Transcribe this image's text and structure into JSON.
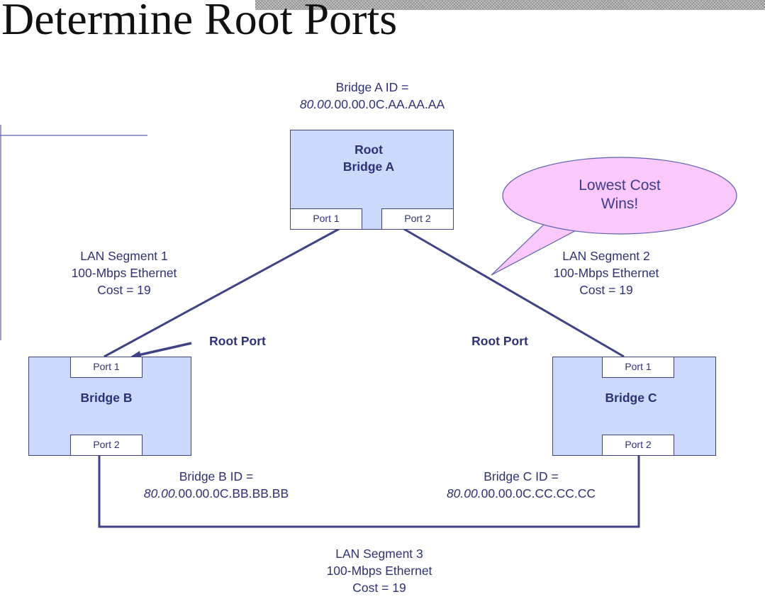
{
  "title": "Determine Root Ports",
  "bridges": {
    "a": {
      "name_line1": "Root",
      "name_line2": "Bridge A",
      "port1": "Port 1",
      "port2": "Port 2",
      "id_label": "Bridge A ID =",
      "id_prefix": "80.00.",
      "id_rest": "00.00.0C.AA.AA.AA"
    },
    "b": {
      "name": "Bridge B",
      "port1": "Port 1",
      "port2": "Port 2",
      "id_label": "Bridge B ID =",
      "id_prefix": "80.00.",
      "id_rest": "00.00.0C.BB.BB.BB"
    },
    "c": {
      "name": "Bridge C",
      "port1": "Port 1",
      "port2": "Port 2",
      "id_label": "Bridge C ID =",
      "id_prefix": "80.00.",
      "id_rest": "00.00.0C.CC.CC.CC"
    }
  },
  "segments": {
    "s1": {
      "name": "LAN Segment 1",
      "media": "100-Mbps Ethernet",
      "cost": "Cost = 19"
    },
    "s2": {
      "name": "LAN Segment 2",
      "media": "100-Mbps Ethernet",
      "cost": "Cost = 19"
    },
    "s3": {
      "name": "LAN Segment 3",
      "media": "100-Mbps Ethernet",
      "cost": "Cost = 19"
    }
  },
  "root_port_labels": {
    "b": "Root Port",
    "c": "Root Port"
  },
  "callout": {
    "line1": "Lowest Cost",
    "line2": "Wins!"
  },
  "colors": {
    "line": "#3f4386",
    "bridge_fill": "#cbd9fb",
    "bubble_fill": "#fbc8fb",
    "text": "#2e3176"
  }
}
